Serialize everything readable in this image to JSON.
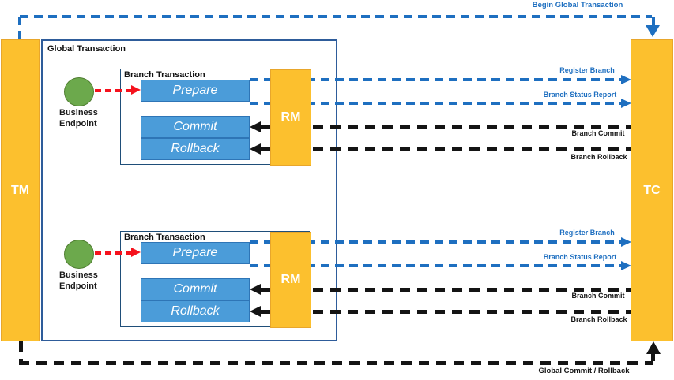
{
  "colors": {
    "bar_orange": "#FCC02E",
    "process_blue": "#4B9CD9",
    "process_blue_border": "#2E75B6",
    "flow_blue": "#1E6FC0",
    "flow_black": "#141414",
    "flow_red": "#F5121D",
    "endpoint_green": "#6CA94C",
    "endpoint_green_border": "#507E32",
    "global_frame_border": "#2E5C9A",
    "branch_frame_border": "#1F4E79",
    "canvas_background": "#FFFFFF",
    "box_text": "#FFFFFF"
  },
  "tm": {
    "label": "TM"
  },
  "tc": {
    "label": "TC"
  },
  "global_transaction": {
    "title": "Global Transaction"
  },
  "top_flow": {
    "label": "Begin Global Transaction"
  },
  "bottom_flow": {
    "label": "Global Commit / Rollback"
  },
  "branches": [
    {
      "title": "Branch Transaction",
      "business_endpoint": "Business Endpoint",
      "prepare": "Prepare",
      "commit": "Commit",
      "rollback": "Rollback",
      "rm": "RM",
      "register_branch": "Register Branch",
      "branch_status_report": "Branch Status Report",
      "branch_commit": "Branch Commit",
      "branch_rollback": "Branch Rollback"
    },
    {
      "title": "Branch Transaction",
      "business_endpoint": "Business Endpoint",
      "prepare": "Prepare",
      "commit": "Commit",
      "rollback": "Rollback",
      "rm": "RM",
      "register_branch": "Register Branch",
      "branch_status_report": "Branch Status Report",
      "branch_commit": "Branch Commit",
      "branch_rollback": "Branch Rollback"
    }
  ]
}
